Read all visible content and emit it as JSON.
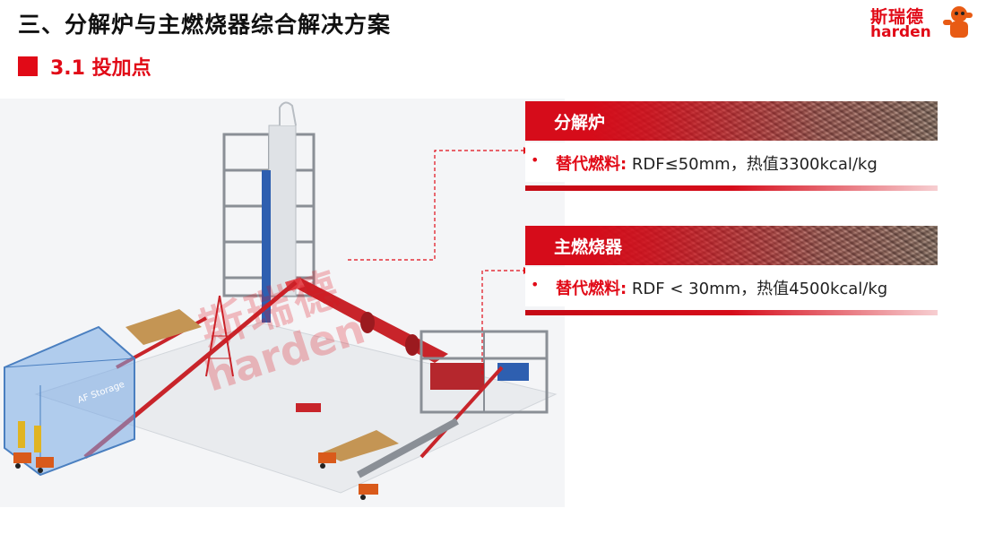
{
  "header": {
    "title": "三、分解炉与主燃烧器综合解决方案",
    "subtitle": "3.1 投加点"
  },
  "logo": {
    "cn": "斯瑞德",
    "en": "harden"
  },
  "watermark": {
    "cn": "斯瑞德",
    "en": "harden"
  },
  "plant": {
    "storage_label": "AF Storage"
  },
  "panels": [
    {
      "title": "分解炉",
      "label": "替代燃料:",
      "value": " RDF≤50mm，热值3300kcal/kg"
    },
    {
      "title": "主燃烧器",
      "label": "替代燃料:",
      "value": " RDF < 30mm，热值4500kcal/kg"
    }
  ],
  "colors": {
    "brand_red": "#e10a17",
    "kiln_red": "#c8242a",
    "steel_gray": "#8a8f96"
  }
}
